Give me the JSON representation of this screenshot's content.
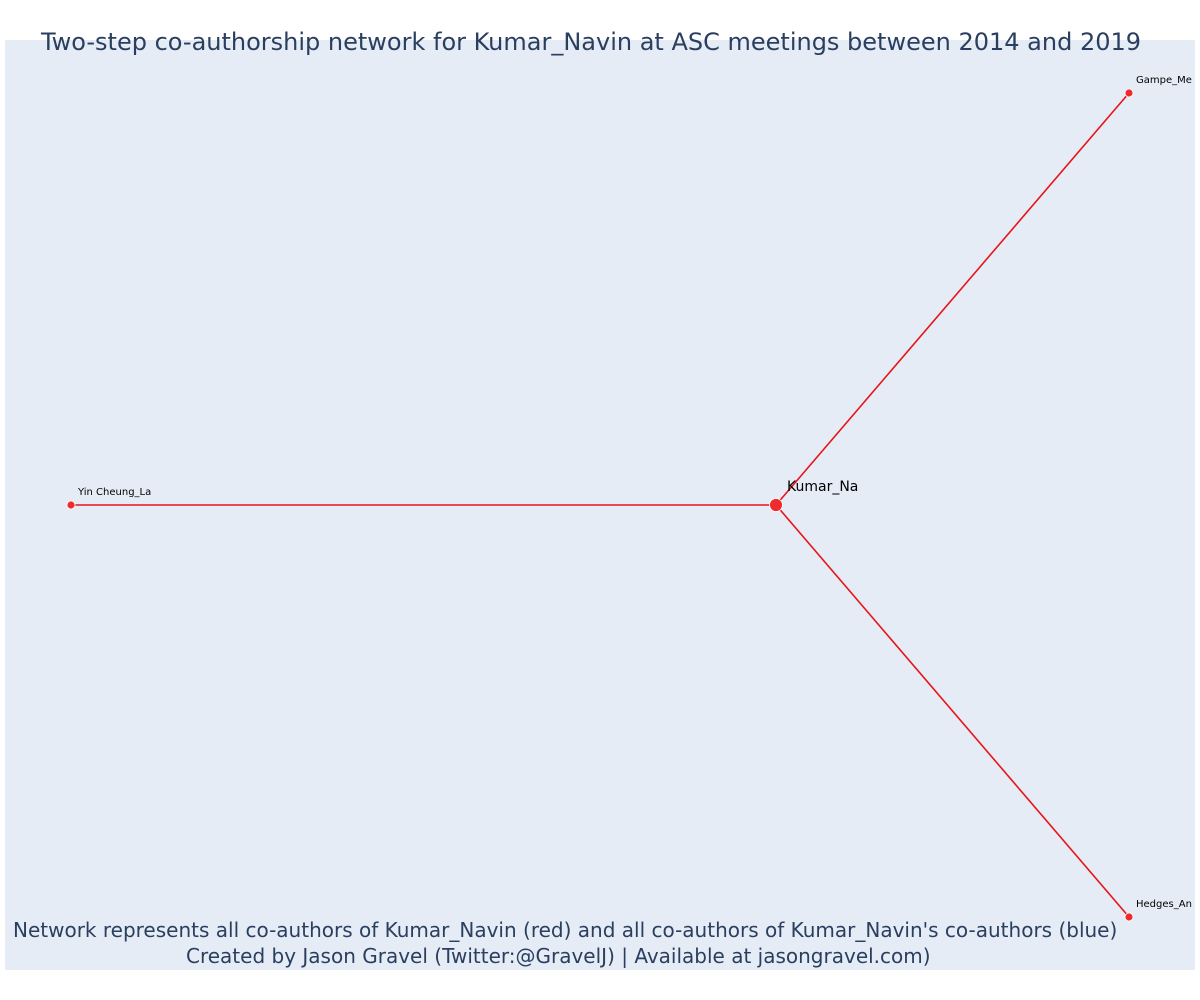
{
  "title": "Two-step co-authorship network for Kumar_Navin at ASC meetings between 2014 and 2019",
  "caption": {
    "line1": "Network represents all co-authors of Kumar_Navin (red) and all co-authors of Kumar_Navin's co-authors (blue)",
    "line2": "Created by Jason Gravel (Twitter:@GravelJ) | Available at jasongravel.com)"
  },
  "colors": {
    "first_degree": "#ef2b2d",
    "edge": "#e8141a",
    "background": "#e5ecf6",
    "text": "#2a3f5f"
  },
  "network": {
    "center": {
      "id": "center",
      "label": "Kumar_Na"
    },
    "coauthors": [
      {
        "id": "gampe",
        "label": "Gampe_Me"
      },
      {
        "id": "yin",
        "label": "Yin Cheung_La"
      },
      {
        "id": "hedges",
        "label": "Hedges_An"
      }
    ]
  }
}
